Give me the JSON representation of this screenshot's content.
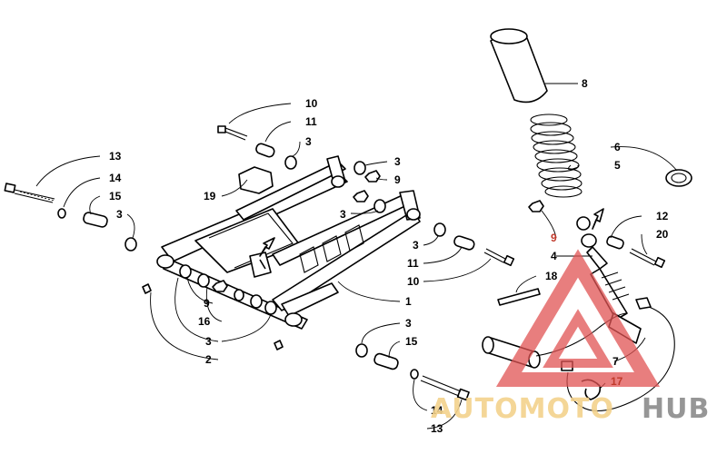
{
  "watermark": {
    "word_left": "AUTOMOTO",
    "word_right": "HUB",
    "color_left": "#f3d28c",
    "color_right": "#8b8b8b",
    "triangle_color": "#e05353"
  },
  "callouts": [
    {
      "id": "c10a",
      "text": "10"
    },
    {
      "id": "c11a",
      "text": "11"
    },
    {
      "id": "c3a",
      "text": "3"
    },
    {
      "id": "c13a",
      "text": "13"
    },
    {
      "id": "c14a",
      "text": "14"
    },
    {
      "id": "c15a",
      "text": "15"
    },
    {
      "id": "c3b",
      "text": "3"
    },
    {
      "id": "c19",
      "text": "19"
    },
    {
      "id": "c3c",
      "text": "3"
    },
    {
      "id": "c9a",
      "text": "9"
    },
    {
      "id": "c3d",
      "text": "3"
    },
    {
      "id": "c3e",
      "text": "3"
    },
    {
      "id": "c11b",
      "text": "11"
    },
    {
      "id": "c10b",
      "text": "10"
    },
    {
      "id": "c1",
      "text": "1"
    },
    {
      "id": "c9b",
      "text": "9"
    },
    {
      "id": "c16",
      "text": "16"
    },
    {
      "id": "c3f",
      "text": "3"
    },
    {
      "id": "c2",
      "text": "2"
    },
    {
      "id": "c3g",
      "text": "3"
    },
    {
      "id": "c15b",
      "text": "15"
    },
    {
      "id": "c14b",
      "text": "14"
    },
    {
      "id": "c13b",
      "text": "13"
    },
    {
      "id": "c8",
      "text": "8"
    },
    {
      "id": "c6",
      "text": "6"
    },
    {
      "id": "c5",
      "text": "5"
    },
    {
      "id": "c12",
      "text": "12"
    },
    {
      "id": "c20",
      "text": "20"
    },
    {
      "id": "c9c",
      "text": "9"
    },
    {
      "id": "c4",
      "text": "4"
    },
    {
      "id": "c18",
      "text": "18"
    },
    {
      "id": "c7",
      "text": "7"
    },
    {
      "id": "c17",
      "text": "17"
    }
  ]
}
